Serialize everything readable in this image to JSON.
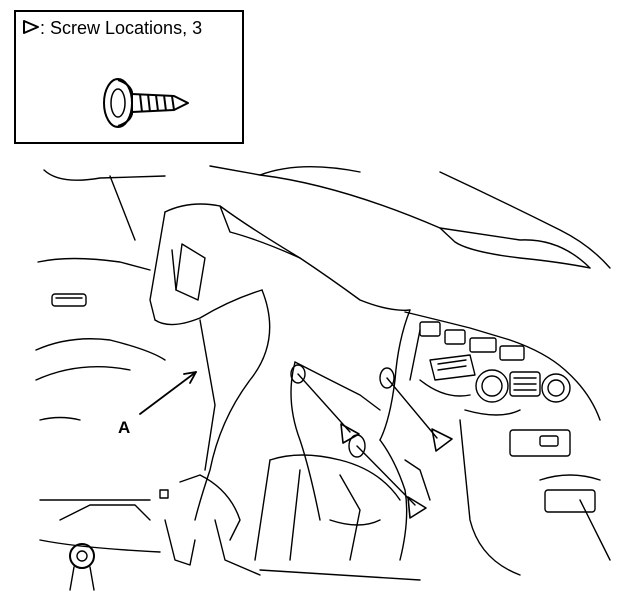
{
  "legend": {
    "symbol": "screw-location-triangle",
    "text": ": Screw Locations, 3"
  },
  "callouts": {
    "part_a": "A"
  },
  "colors": {
    "ink": "#000000",
    "paper": "#ffffff"
  }
}
